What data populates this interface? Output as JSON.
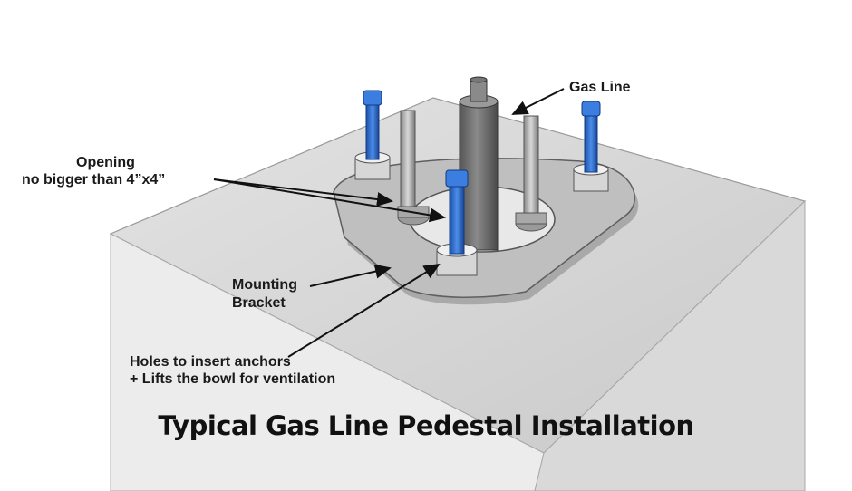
{
  "labels": {
    "gas_line": "Gas Line",
    "opening_title": "Opening",
    "opening_sub": "no bigger than 4”x4”",
    "mounting_line1": "Mounting",
    "mounting_line2": "Bracket",
    "holes_line1": "Holes to insert anchors",
    "holes_line2": "+ Lifts the bowl for ventilation"
  },
  "caption": "Typical Gas Line Pedestal Installation",
  "colors": {
    "pedestal_top": "#cfcfcf",
    "pedestal_left": "#e9e9e9",
    "pedestal_right": "#dcdcdc",
    "bracket": "#b8b8b8",
    "bolt_blue": "#2e6fd4",
    "gas_pipe": "#6e6e6e",
    "text": "#1a1a1a"
  }
}
